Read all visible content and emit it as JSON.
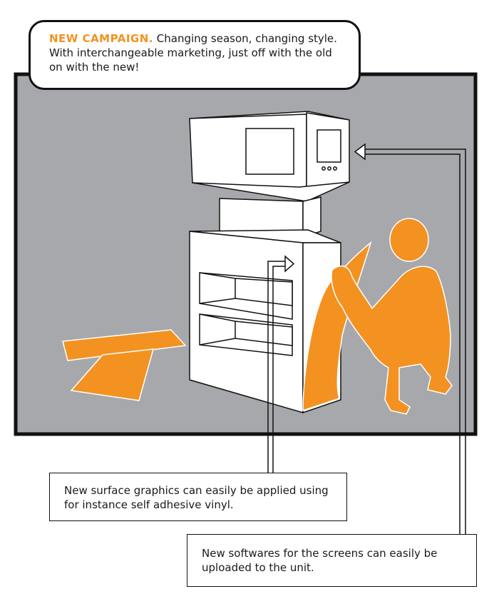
{
  "top_callout": {
    "keyword": "NEW CAMPAIGN.",
    "text": "Changing season, changing style. With interchangeable marketing, just off with the old on with the new!"
  },
  "graphics_callout": {
    "text": "New surface graphics can easily be applied using for instance self adhesive vinyl."
  },
  "software_callout": {
    "text": "New softwares for the screens can easily be uploaded to the unit."
  },
  "colors": {
    "backdrop": "#a7a8ab",
    "accent": "#f39220",
    "outline": "#111111",
    "unit_face": "#ffffff"
  }
}
